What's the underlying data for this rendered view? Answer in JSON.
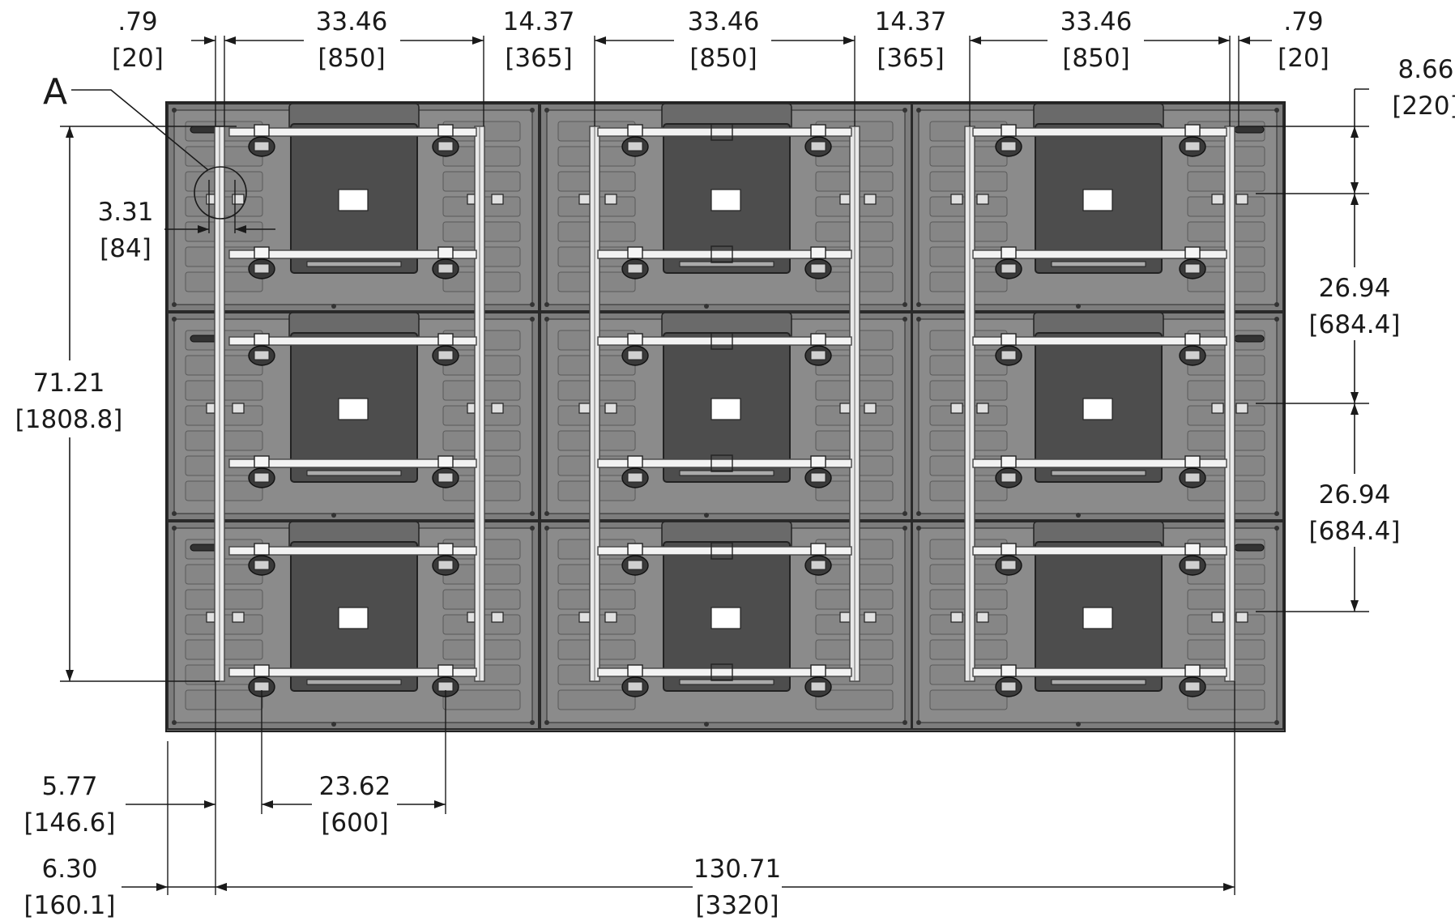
{
  "drawing": {
    "callout_letter": "A",
    "top_dimensions": [
      {
        "imperial": ".79",
        "metric": "[20]"
      },
      {
        "imperial": "33.46",
        "metric": "[850]"
      },
      {
        "imperial": "14.37",
        "metric": "[365]"
      },
      {
        "imperial": "33.46",
        "metric": "[850]"
      },
      {
        "imperial": "14.37",
        "metric": "[365]"
      },
      {
        "imperial": "33.46",
        "metric": "[850]"
      },
      {
        "imperial": ".79",
        "metric": "[20]"
      }
    ],
    "left_dimensions": {
      "detail_offset": {
        "imperial": "3.31",
        "metric": "[84]"
      },
      "overall_height": {
        "imperial": "71.21",
        "metric": "[1808.8]"
      }
    },
    "right_dimensions": {
      "top_offset": {
        "imperial": "8.66",
        "metric": "[220]"
      },
      "row_pitch_1": {
        "imperial": "26.94",
        "metric": "[684.4]"
      },
      "row_pitch_2": {
        "imperial": "26.94",
        "metric": "[684.4]"
      }
    },
    "bottom_dimensions": {
      "rail_spacing": {
        "imperial": "23.62",
        "metric": "[600]"
      },
      "left_offset": {
        "imperial": "5.77",
        "metric": "[146.6]"
      },
      "edge_offset": {
        "imperial": "6.30",
        "metric": "[160.1]"
      },
      "overall_width": {
        "imperial": "130.71",
        "metric": "[3320]"
      }
    },
    "grid": {
      "rows": 3,
      "columns": 3
    }
  }
}
